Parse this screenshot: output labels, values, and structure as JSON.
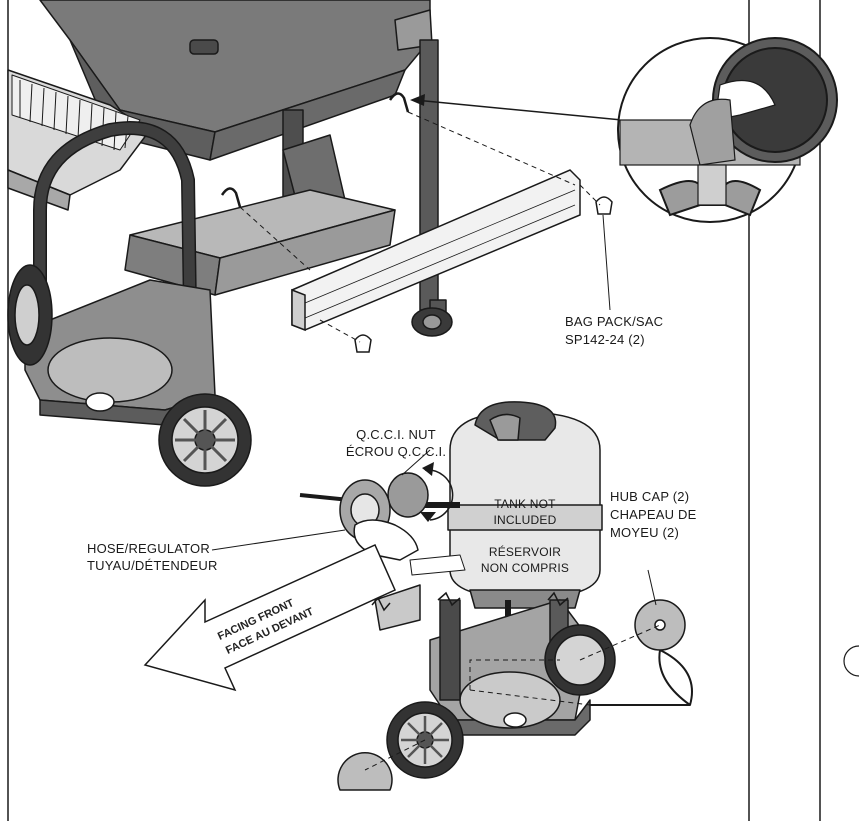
{
  "labels": {
    "bag_pack_line1": "BAG PACK/SAC",
    "bag_pack_line2": "SP142-24 (2)",
    "qcci_line1": "Q.C.C.I. NUT",
    "qcci_line2": "ÉCROU Q.C.C.I.",
    "hub_cap_line1": "HUB CAP (2)",
    "hub_cap_line2": "CHAPEAU DE",
    "hub_cap_line3": "MOYEU (2)",
    "hose_line1": "HOSE/REGULATOR",
    "hose_line2": "TUYAU/DÉTENDEUR",
    "tank_line1": "TANK NOT",
    "tank_line2": "INCLUDED",
    "tank_line3": "RÉSERVOIR",
    "tank_line4": "NON COMPRIS",
    "facing_line1": "FACING FRONT",
    "facing_line2": "FACE AU DEVANT"
  },
  "colors": {
    "line": "#1a1a1a",
    "dark_gray": "#5a5a5a",
    "mid_gray": "#8c8c8c",
    "light_gray": "#c8c8c8",
    "very_light": "#e6e6e6"
  }
}
